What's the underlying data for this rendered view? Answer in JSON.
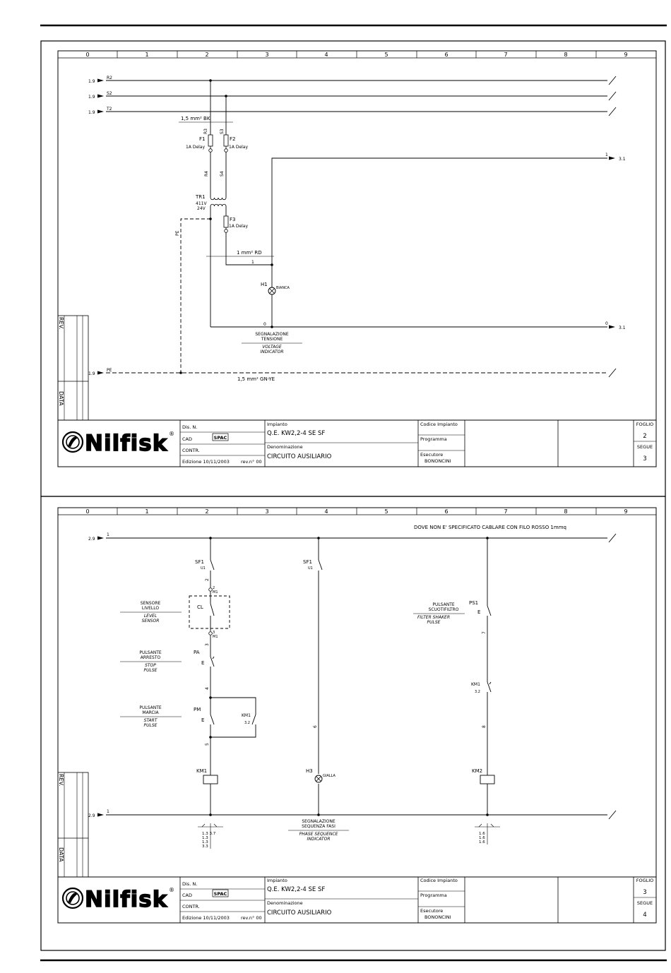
{
  "column_numbers": [
    "0",
    "1",
    "2",
    "3",
    "4",
    "5",
    "6",
    "7",
    "8",
    "9"
  ],
  "brand": {
    "logo_text": "Nilfisk",
    "registered": "®"
  },
  "side_labels": {
    "rev": "REV.",
    "data": "DATA"
  },
  "sheet2": {
    "title_block": {
      "dis_n_label": "Dis. N.",
      "cad_label": "CAD",
      "cad_value": "SPAC",
      "contr_label": "CONTR.",
      "edizione": "Edizione 10/11/2003",
      "rev": "rev.n° 00",
      "impianto_label": "Impianto",
      "impianto_value": "Q.E. KW2,2-4 SE SF",
      "denominazione_label": "Denominazione",
      "denominazione_value": "CIRCUITO AUSILIARIO",
      "codice_label": "Codice Impianto",
      "programma_label": "Programma",
      "esecutore_label": "Esecutore",
      "esecutore_value": "BONONCINI",
      "foglio_label": "FOGLIO",
      "foglio_value": "2",
      "segue_label": "SEGUE",
      "segue_value": "3"
    },
    "lines": {
      "r2_ref": "1.9",
      "r2": "R2",
      "s2_ref": "1.9",
      "s2": "S2",
      "t2_ref": "1.9",
      "t2": "T2",
      "pe_ref": "1.9",
      "pe": "PE",
      "out1_num": "1",
      "out1_ref": "3.1",
      "out0_num": "0",
      "out0_ref": "3.1"
    },
    "labels": {
      "wire_bk": "1,5 mm² BK",
      "f1": "F1",
      "f1_rating": "1A Delay",
      "f1_top": "R3",
      "f2": "F2",
      "f2_rating": "1A Delay",
      "f2_top": "S3",
      "r4": "R4",
      "s4": "S4",
      "tr1": "TR1",
      "tr1_v1": "411V",
      "tr1_v2": "24V",
      "f3": "F3",
      "f3_rating": "1A Delay",
      "pe_vert": "PE",
      "wire_rd": "1 mm² RD",
      "node1": "1",
      "h1": "H1",
      "h1_color": "BIANCA",
      "node0": "0",
      "sign_it_1": "SEGNALAZIONE",
      "sign_it_2": "TENSIONE",
      "sign_en_1": "VOLTAGE",
      "sign_en_2": "INDICATOR",
      "wire_gnye": "1,5 mm² GN-YE"
    }
  },
  "sheet3": {
    "title_block": {
      "dis_n_label": "Dis. N.",
      "cad_label": "CAD",
      "cad_value": "SPAC",
      "contr_label": "CONTR.",
      "edizione": "Edizione 10/11/2003",
      "rev": "rev.n° 00",
      "impianto_label": "Impianto",
      "impianto_value": "Q.E. KW2,2-4 SE SF",
      "denominazione_label": "Denominazione",
      "denominazione_value": "CIRCUITO AUSILIARIO",
      "codice_label": "Codice Impianto",
      "programma_label": "Programma",
      "esecutore_label": "Esecutore",
      "esecutore_value": "BONONCINI",
      "foglio_label": "FOGLIO",
      "foglio_value": "3",
      "segue_label": "SEGUE",
      "segue_value": "4"
    },
    "note": "DOVE NON E' SPECIFICATO CABLARE CON FILO ROSSO 1mmq",
    "lines": {
      "top_ref": "2.9",
      "top_num": "1",
      "bot_ref": "2.9",
      "bot_num": "1"
    },
    "labels": {
      "sf1_a": "SF1",
      "sf1_a_sub": "U1",
      "sf1_b": "SF1",
      "sf1_b_sub": "U1",
      "n2": "2",
      "m1_a": "2",
      "m1_a2": "M1",
      "cl": "CL",
      "level_it_1": "SENSORE",
      "level_it_2": "LIVELLO",
      "level_en_1": "LEVEL",
      "level_en_2": "SENSOR",
      "m1_b": "3",
      "m1_b2": "M1",
      "n3": "3",
      "stop_it_1": "PULSANTE",
      "stop_it_2": "ARRESTO",
      "stop_en_1": "STOP",
      "stop_en_2": "PULSE",
      "pa": "PA",
      "e_pa": "E",
      "n4": "4",
      "start_it_1": "PULSANTE",
      "start_it_2": "MARCIA",
      "start_en_1": "START",
      "start_en_2": "PULSE",
      "pm": "PM",
      "e_pm": "E",
      "km1_c": "KM1",
      "km1_c_sub": "3.2",
      "n5": "5",
      "km1_coil": "KM1",
      "n6": "6",
      "h3": "H3",
      "h3_color": "GIALLA",
      "phase_it_1": "SEGNALAZIONE",
      "phase_it_2": "SEQUENZA FASI",
      "phase_en_1": "PHASE SEQUENCE",
      "phase_en_2": "INDICATOR",
      "shaker_it_1": "PULSANTE",
      "shaker_it_2": "SCUOTIFILTRO",
      "shaker_en_1": "FILTER SHAKER",
      "shaker_en_2": "PULSE",
      "ps1": "PS1",
      "e_ps1": "E",
      "n7": "7",
      "km1_d": "KM1",
      "km1_d_sub": "3.2",
      "n8": "8",
      "km2_coil": "KM2",
      "xref_km1": [
        "1.3  3.7",
        "1.3",
        "1.3",
        "3.3"
      ],
      "xref_km2": [
        "1.6",
        "1.6",
        "1.6"
      ]
    }
  }
}
